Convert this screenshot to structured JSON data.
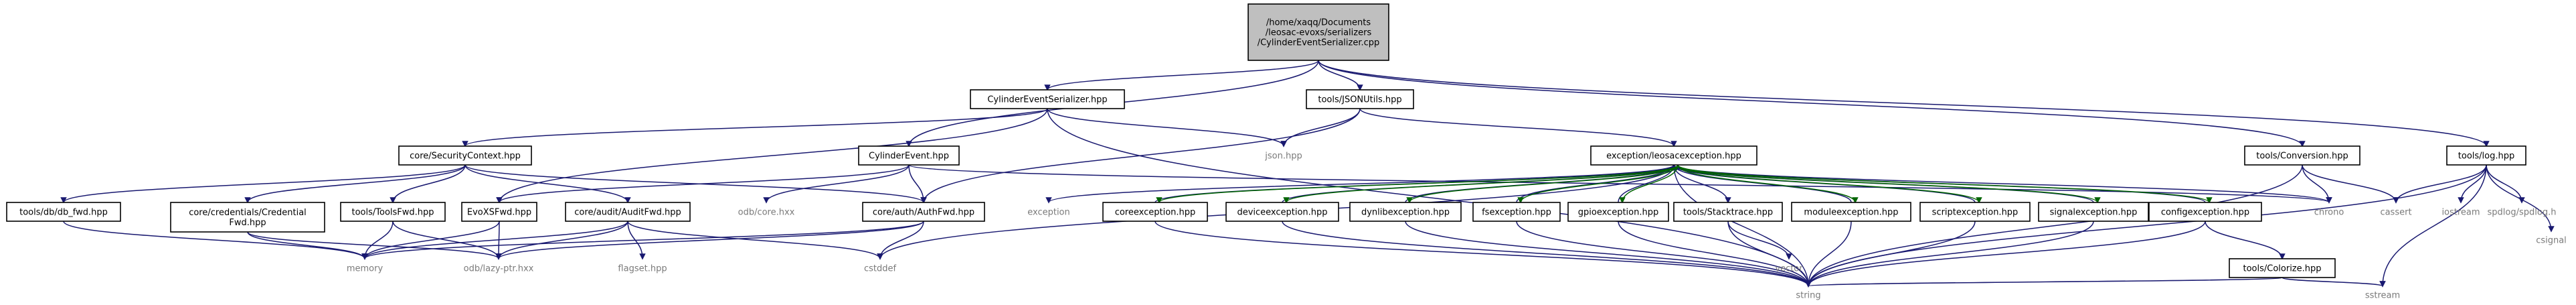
{
  "nodes": {
    "root": {
      "lines": [
        "/home/xaqq/Documents",
        "/leosac-evoxs/serializers",
        "/CylinderEventSerializer.cpp"
      ],
      "kind": "root"
    },
    "ces_hpp": {
      "lines": [
        "CylinderEventSerializer.hpp"
      ],
      "kind": "doc"
    },
    "jsonutils": {
      "lines": [
        "tools/JSONUtils.hpp"
      ],
      "kind": "doc"
    },
    "secctx": {
      "lines": [
        "core/SecurityContext.hpp"
      ],
      "kind": "doc"
    },
    "cylevent": {
      "lines": [
        "CylinderEvent.hpp"
      ],
      "kind": "doc"
    },
    "json": {
      "lines": [
        "json.hpp"
      ],
      "kind": "ext"
    },
    "leosacexc": {
      "lines": [
        "exception/leosacexception.hpp"
      ],
      "kind": "doc"
    },
    "conversion": {
      "lines": [
        "tools/Conversion.hpp"
      ],
      "kind": "doc"
    },
    "log": {
      "lines": [
        "tools/log.hpp"
      ],
      "kind": "doc"
    },
    "dbfwd": {
      "lines": [
        "tools/db/db_fwd.hpp"
      ],
      "kind": "doc"
    },
    "credfwd": {
      "lines": [
        "core/credentials/Credential",
        "Fwd.hpp"
      ],
      "kind": "doc"
    },
    "toolsfwd": {
      "lines": [
        "tools/ToolsFwd.hpp"
      ],
      "kind": "doc"
    },
    "evoxsfwd": {
      "lines": [
        "EvoXSFwd.hpp"
      ],
      "kind": "doc"
    },
    "auditfwd": {
      "lines": [
        "core/audit/AuditFwd.hpp"
      ],
      "kind": "doc"
    },
    "odbcore": {
      "lines": [
        "odb/core.hxx"
      ],
      "kind": "ext"
    },
    "authfwd": {
      "lines": [
        "core/auth/AuthFwd.hpp"
      ],
      "kind": "doc"
    },
    "memory": {
      "lines": [
        "memory"
      ],
      "kind": "ext"
    },
    "lazyptr": {
      "lines": [
        "odb/lazy-ptr.hxx"
      ],
      "kind": "ext"
    },
    "flagset": {
      "lines": [
        "flagset.hpp"
      ],
      "kind": "ext"
    },
    "cstddef": {
      "lines": [
        "cstddef"
      ],
      "kind": "ext"
    },
    "exception": {
      "lines": [
        "exception"
      ],
      "kind": "ext"
    },
    "coreexc": {
      "lines": [
        "coreexception.hpp"
      ],
      "kind": "doc"
    },
    "deviceexc": {
      "lines": [
        "deviceexception.hpp"
      ],
      "kind": "doc"
    },
    "dynlibexc": {
      "lines": [
        "dynlibexception.hpp"
      ],
      "kind": "doc"
    },
    "fsexc": {
      "lines": [
        "fsexception.hpp"
      ],
      "kind": "doc"
    },
    "gpioexc": {
      "lines": [
        "gpioexception.hpp"
      ],
      "kind": "doc"
    },
    "stacktrace": {
      "lines": [
        "tools/Stacktrace.hpp"
      ],
      "kind": "doc"
    },
    "moduleexc": {
      "lines": [
        "moduleexception.hpp"
      ],
      "kind": "doc"
    },
    "scriptexc": {
      "lines": [
        "scriptexception.hpp"
      ],
      "kind": "doc"
    },
    "signalexc": {
      "lines": [
        "signalexception.hpp"
      ],
      "kind": "doc"
    },
    "configexc": {
      "lines": [
        "configexception.hpp"
      ],
      "kind": "doc"
    },
    "chrono": {
      "lines": [
        "chrono"
      ],
      "kind": "ext"
    },
    "cassert": {
      "lines": [
        "cassert"
      ],
      "kind": "ext"
    },
    "iostream": {
      "lines": [
        "iostream"
      ],
      "kind": "ext"
    },
    "spdlog": {
      "lines": [
        "spdlog/spdlog.h"
      ],
      "kind": "ext"
    },
    "csignal": {
      "lines": [
        "csignal"
      ],
      "kind": "ext"
    },
    "vector": {
      "lines": [
        "vector"
      ],
      "kind": "ext"
    },
    "colorize": {
      "lines": [
        "tools/Colorize.hpp"
      ],
      "kind": "doc"
    },
    "string": {
      "lines": [
        "string"
      ],
      "kind": "ext"
    },
    "sstream": {
      "lines": [
        "sstream"
      ],
      "kind": "ext"
    }
  },
  "edges": [
    [
      "root",
      "ces_hpp",
      "blue"
    ],
    [
      "root",
      "jsonutils",
      "blue"
    ],
    [
      "root",
      "cylevent",
      "blue"
    ],
    [
      "root",
      "conversion",
      "blue"
    ],
    [
      "root",
      "log",
      "blue"
    ],
    [
      "ces_hpp",
      "secctx",
      "blue"
    ],
    [
      "ces_hpp",
      "json",
      "blue"
    ],
    [
      "ces_hpp",
      "evoxsfwd",
      "blue"
    ],
    [
      "ces_hpp",
      "string",
      "blue"
    ],
    [
      "jsonutils",
      "json",
      "blue"
    ],
    [
      "jsonutils",
      "leosacexc",
      "blue"
    ],
    [
      "jsonutils",
      "authfwd",
      "blue"
    ],
    [
      "secctx",
      "dbfwd",
      "blue"
    ],
    [
      "secctx",
      "credfwd",
      "blue"
    ],
    [
      "secctx",
      "toolsfwd",
      "blue"
    ],
    [
      "secctx",
      "auditfwd",
      "blue"
    ],
    [
      "secctx",
      "authfwd",
      "blue"
    ],
    [
      "cylevent",
      "evoxsfwd",
      "blue"
    ],
    [
      "cylevent",
      "odbcore",
      "blue"
    ],
    [
      "cylevent",
      "authfwd",
      "blue"
    ],
    [
      "cylevent",
      "chrono",
      "blue"
    ],
    [
      "dbfwd",
      "memory",
      "blue"
    ],
    [
      "credfwd",
      "memory",
      "blue"
    ],
    [
      "credfwd",
      "lazyptr",
      "blue"
    ],
    [
      "toolsfwd",
      "memory",
      "blue"
    ],
    [
      "toolsfwd",
      "lazyptr",
      "blue"
    ],
    [
      "evoxsfwd",
      "memory",
      "blue"
    ],
    [
      "evoxsfwd",
      "lazyptr",
      "blue"
    ],
    [
      "auditfwd",
      "memory",
      "blue"
    ],
    [
      "auditfwd",
      "lazyptr",
      "blue"
    ],
    [
      "auditfwd",
      "flagset",
      "blue"
    ],
    [
      "auditfwd",
      "cstddef",
      "blue"
    ],
    [
      "authfwd",
      "memory",
      "blue"
    ],
    [
      "authfwd",
      "lazyptr",
      "blue"
    ],
    [
      "authfwd",
      "cstddef",
      "blue"
    ],
    [
      "leosacexc",
      "cstddef",
      "blue"
    ],
    [
      "leosacexc",
      "exception",
      "blue"
    ],
    [
      "leosacexc",
      "stacktrace",
      "blue"
    ],
    [
      "leosacexc",
      "string",
      "blue"
    ],
    [
      "leosacexc",
      "chrono",
      "blue"
    ],
    [
      "coreexc",
      "leosacexc",
      "blue"
    ],
    [
      "deviceexc",
      "leosacexc",
      "blue"
    ],
    [
      "dynlibexc",
      "leosacexc",
      "blue"
    ],
    [
      "fsexc",
      "leosacexc",
      "blue"
    ],
    [
      "gpioexc",
      "leosacexc",
      "blue"
    ],
    [
      "moduleexc",
      "leosacexc",
      "blue"
    ],
    [
      "scriptexc",
      "leosacexc",
      "blue"
    ],
    [
      "signalexc",
      "leosacexc",
      "blue"
    ],
    [
      "configexc",
      "leosacexc",
      "blue"
    ],
    [
      "leosacexc",
      "coreexc",
      "green"
    ],
    [
      "leosacexc",
      "deviceexc",
      "green"
    ],
    [
      "leosacexc",
      "dynlibexc",
      "green"
    ],
    [
      "leosacexc",
      "fsexc",
      "green"
    ],
    [
      "leosacexc",
      "gpioexc",
      "green"
    ],
    [
      "leosacexc",
      "moduleexc",
      "green"
    ],
    [
      "leosacexc",
      "scriptexc",
      "green"
    ],
    [
      "leosacexc",
      "signalexc",
      "green"
    ],
    [
      "leosacexc",
      "configexc",
      "green"
    ],
    [
      "coreexc",
      "string",
      "blue"
    ],
    [
      "deviceexc",
      "string",
      "blue"
    ],
    [
      "dynlibexc",
      "string",
      "blue"
    ],
    [
      "fsexc",
      "string",
      "blue"
    ],
    [
      "gpioexc",
      "string",
      "blue"
    ],
    [
      "moduleexc",
      "string",
      "blue"
    ],
    [
      "scriptexc",
      "string",
      "blue"
    ],
    [
      "signalexc",
      "string",
      "blue"
    ],
    [
      "configexc",
      "string",
      "blue"
    ],
    [
      "stacktrace",
      "vector",
      "blue"
    ],
    [
      "stacktrace",
      "string",
      "blue"
    ],
    [
      "configexc",
      "colorize",
      "blue"
    ],
    [
      "colorize",
      "string",
      "blue"
    ],
    [
      "colorize",
      "sstream",
      "blue"
    ],
    [
      "conversion",
      "chrono",
      "blue"
    ],
    [
      "conversion",
      "cassert",
      "blue"
    ],
    [
      "conversion",
      "string",
      "blue"
    ],
    [
      "log",
      "cassert",
      "blue"
    ],
    [
      "log",
      "iostream",
      "blue"
    ],
    [
      "log",
      "spdlog",
      "blue"
    ],
    [
      "log",
      "csignal",
      "blue"
    ],
    [
      "log",
      "string",
      "blue"
    ],
    [
      "log",
      "sstream",
      "blue"
    ]
  ]
}
